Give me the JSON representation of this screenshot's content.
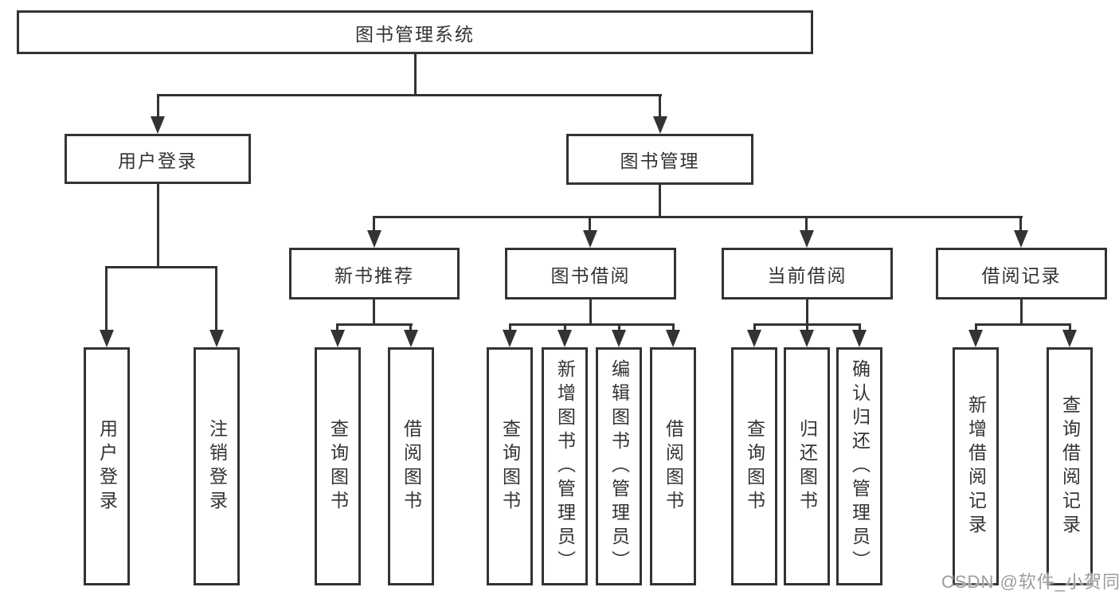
{
  "diagram_type": "tree",
  "tree": {
    "label": "图书管理系统",
    "children": [
      {
        "label": "用户登录",
        "children": [
          {
            "label": "用户登录"
          },
          {
            "label": "注销登录"
          }
        ]
      },
      {
        "label": "图书管理",
        "children": [
          {
            "label": "新书推荐",
            "children": [
              {
                "label": "查询图书"
              },
              {
                "label": "借阅图书"
              }
            ]
          },
          {
            "label": "图书借阅",
            "children": [
              {
                "label": "查询图书"
              },
              {
                "label": "新增图书（管理员）"
              },
              {
                "label": "编辑图书（管理员）"
              },
              {
                "label": "借阅图书"
              }
            ]
          },
          {
            "label": "当前借阅",
            "children": [
              {
                "label": "查询图书"
              },
              {
                "label": "归还图书"
              },
              {
                "label": "确认归还（管理员）"
              }
            ]
          },
          {
            "label": "借阅记录",
            "children": [
              {
                "label": "新增借阅记录"
              },
              {
                "label": "查询借阅记录"
              }
            ]
          }
        ]
      }
    ]
  },
  "watermark": "CSDN @软件_小贺同学",
  "colors": {
    "line": "#333333",
    "text": "#333333",
    "box_background": "#ffffff",
    "page_background": "#ffffff",
    "watermark": "#9c9c9c"
  }
}
